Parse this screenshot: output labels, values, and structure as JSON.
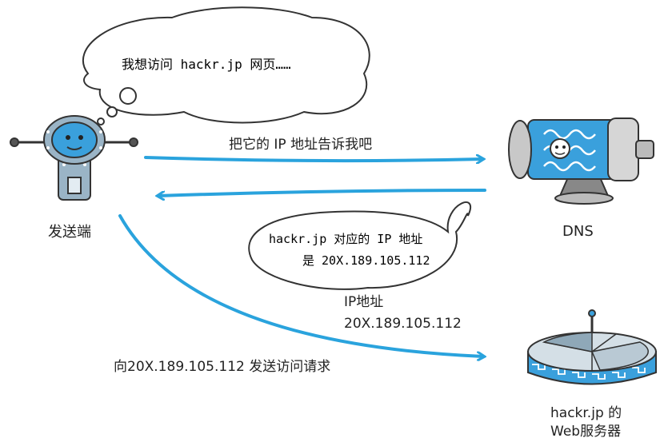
{
  "bubbles": {
    "thought": "我想访问 hackr.jp 网页……",
    "dns_reply_line1": "hackr.jp 对应的 IP 地址",
    "dns_reply_line2": "是 20X.189.105.112"
  },
  "labels": {
    "sender": "发送端",
    "dns": "DNS",
    "query": "把它的 IP 地址告诉我吧",
    "ip_title": "IP地址",
    "ip_value": "20X.189.105.112",
    "request": "向20X.189.105.112 发送访问请求",
    "server_line1": "hackr.jp 的",
    "server_line2": "Web服务器"
  },
  "colors": {
    "arrow": "#2aa3dd",
    "robot_face": "#3aa0dc",
    "dns_pattern": "#3aa0dc",
    "outline": "#333333"
  },
  "icons": [
    "sender-robot-icon",
    "dns-server-icon",
    "web-server-icon"
  ]
}
